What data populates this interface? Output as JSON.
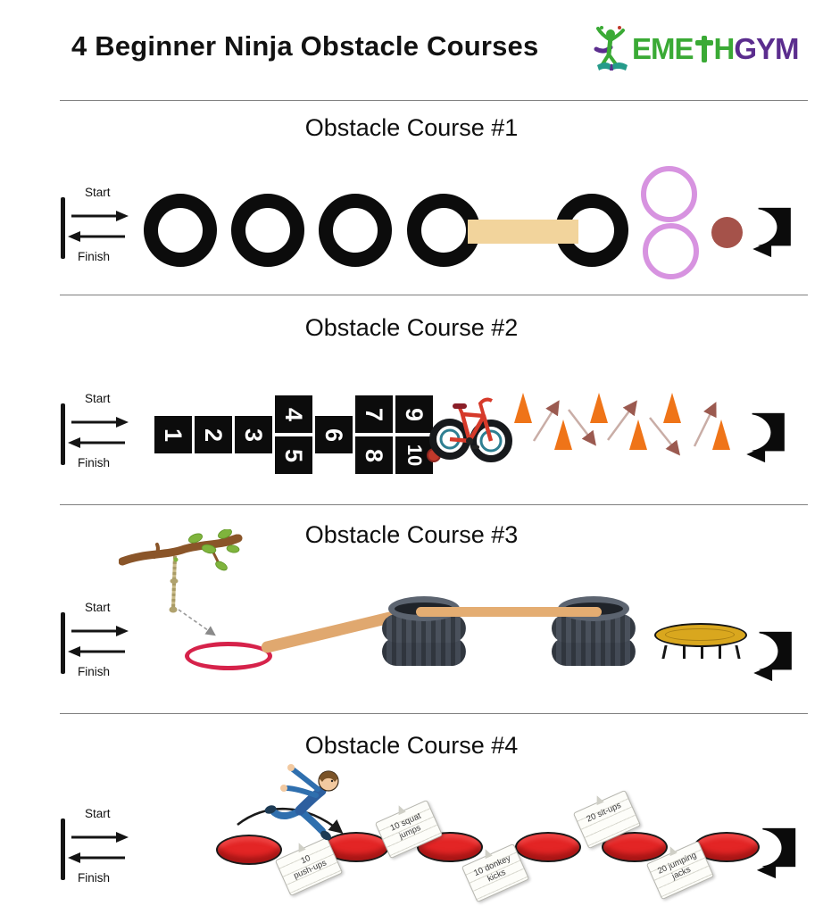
{
  "header": {
    "title": "4 Beginner Ninja Obstacle Courses",
    "logo": {
      "green_left": "EME",
      "green_right": "H",
      "purple": "GYM",
      "green_color": "#3aaa35",
      "purple_color": "#5b2d8e",
      "icon": "star-figure-open-book-icon"
    }
  },
  "start_finish": {
    "start": "Start",
    "finish": "Finish"
  },
  "courses": {
    "c1": {
      "title": "Obstacle Course #1",
      "obstacles": [
        "tire",
        "tire",
        "tire",
        "tire",
        "balance-beam",
        "tire",
        "hula-hoop",
        "hula-hoop",
        "spot-marker",
        "turn-around-arrow"
      ],
      "colors": {
        "tire": "#0c0c0c",
        "beam": "#f2d49c",
        "hoop": "#d793e0",
        "spot": "#a5524a"
      }
    },
    "c2": {
      "title": "Obstacle Course #2",
      "hopscotch_numbers": [
        "1",
        "2",
        "3",
        "4",
        "5",
        "6",
        "7",
        "8",
        "9",
        "10"
      ],
      "obstacles": [
        "hopscotch",
        "bicycle",
        "cone-slalom",
        "turn-around-arrow"
      ],
      "colors": {
        "square": "#0c0c0c",
        "cone": "#ef7418"
      }
    },
    "c3": {
      "title": "Obstacle Course #3",
      "obstacles": [
        "rope-on-branch",
        "swing-to-hoop",
        "ramp-beam",
        "tire-stack",
        "cross-beam",
        "tire-stack",
        "trampoline",
        "turn-around-arrow"
      ],
      "colors": {
        "hoop": "#d6224a",
        "wood": "#e0a86f",
        "trampoline": "#d9a71e"
      }
    },
    "c4": {
      "title": "Obstacle Course #4",
      "cards": [
        {
          "line1": "10",
          "line2": "push-ups"
        },
        {
          "line1": "10 squat",
          "line2": "jumps"
        },
        {
          "line1": "10 donkey",
          "line2": "kicks"
        },
        {
          "line1": "20 sit-ups",
          "line2": ""
        },
        {
          "line1": "20 jumping",
          "line2": "jacks"
        }
      ],
      "obstacles": [
        "jumping-kid",
        "6 red-discs",
        "exercise-cards",
        "turn-around-arrow"
      ],
      "colors": {
        "disc": "#e32525"
      }
    }
  },
  "icons": {
    "turn_around": "turn-around-arrow-icon",
    "start_finish": "start-finish-arrows-icon"
  }
}
